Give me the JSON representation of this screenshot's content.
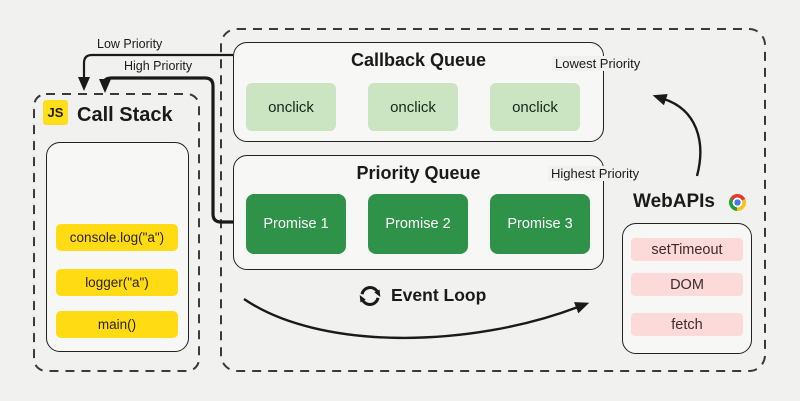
{
  "canvas": {
    "bg": "#f1f1ef",
    "ink": "#1a1a1a"
  },
  "call_stack": {
    "badge": "JS",
    "title": "Call Stack",
    "frame_bg": "#ffdb13",
    "frames": [
      "console.log(\"a\")",
      "logger(\"a\")",
      "main()"
    ]
  },
  "callback_queue": {
    "title": "Callback Queue",
    "priority_label": "Lowest Priority",
    "item_bg": "#cbe5c3",
    "items": [
      "onclick",
      "onclick",
      "onclick"
    ]
  },
  "priority_queue": {
    "title": "Priority Queue",
    "priority_label": "Highest Priority",
    "item_bg": "#2e9248",
    "items": [
      "Promise 1",
      "Promise 2",
      "Promise 3"
    ]
  },
  "web_apis": {
    "title": "WebAPIs",
    "icon": "chrome-icon",
    "item_bg": "#fcdada",
    "items": [
      "setTimeout",
      "DOM",
      "fetch"
    ]
  },
  "event_loop": {
    "label": "Event Loop",
    "icon": "refresh-icon"
  },
  "arrows": {
    "low_priority_label": "Low Priority",
    "high_priority_label": "High Priority"
  }
}
